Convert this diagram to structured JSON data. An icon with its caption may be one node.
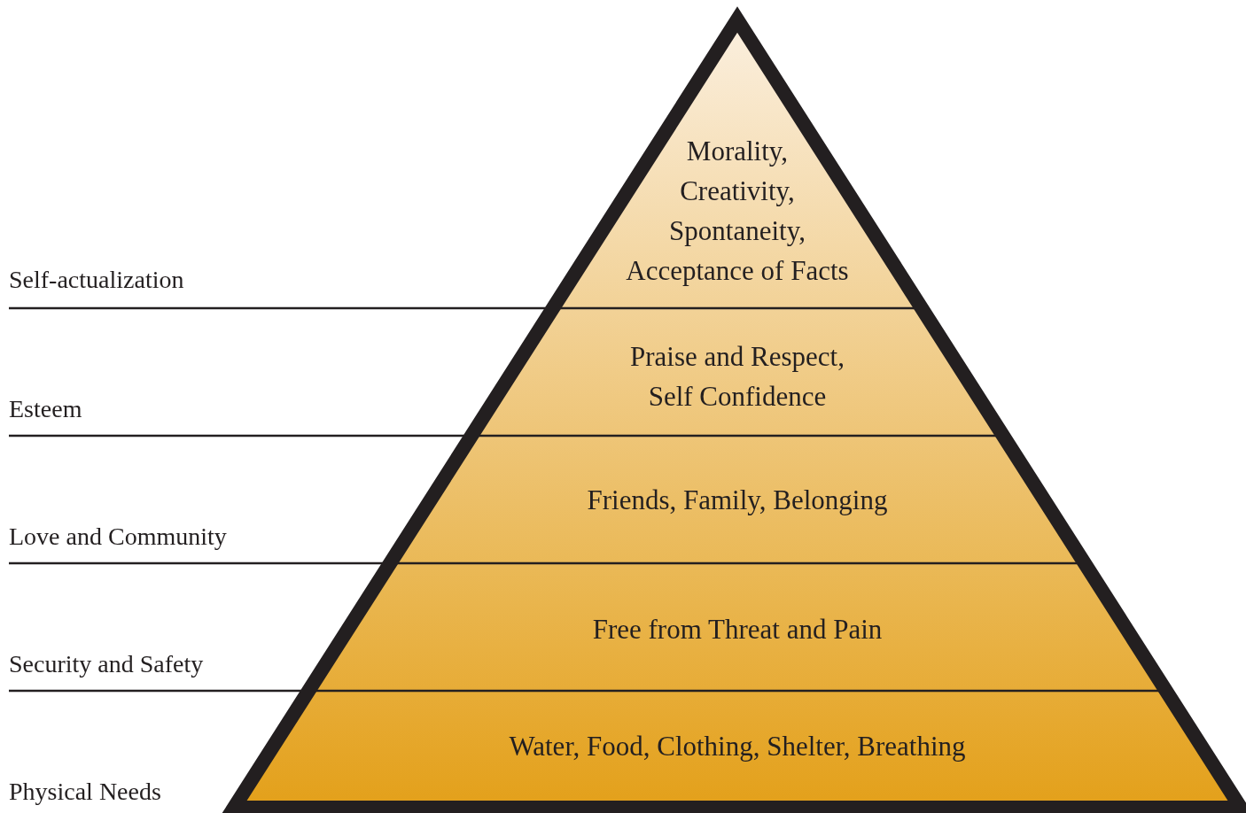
{
  "diagram": {
    "nodes": [
      {
        "text": [
          "Morality, Creativity, Spontaneity, Acceptance of Facts"
        ]
      },
      {
        "text": [
          "Praise and Respect, Self Confidence"
        ]
      },
      {
        "text": [
          "Friends, Family, Belonging"
        ]
      },
      {
        "text": [
          "Free from Threat and Pain"
        ]
      },
      {
        "text": [
          "Water, Food, Clothing, Shelter, Breathing"
        ]
      }
    ],
    "labels": [
      "Self-actualization",
      "Esteem",
      "Love and Community",
      "Security and Safety",
      "Physical Needs"
    ]
  }
}
